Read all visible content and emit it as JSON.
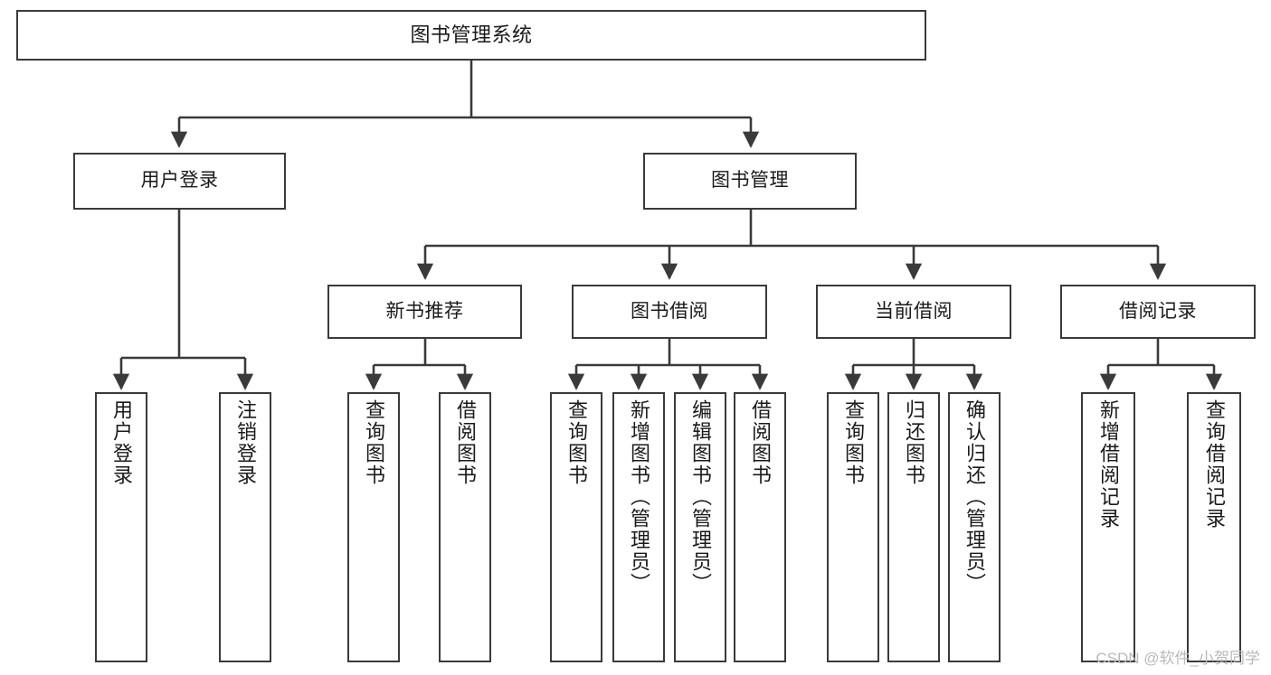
{
  "diagram": {
    "title": "图书管理系统",
    "type": "hierarchy-tree",
    "watermark": "CSDN @软件_小贺同学",
    "colors": {
      "box_border": "#3a3a3a",
      "box_fill": "#ffffff",
      "connector": "#3a3a3a",
      "text": "#1a1a1a",
      "watermark": "#b9b9b9"
    },
    "nodes": {
      "root": {
        "label": "图书管理系统"
      },
      "level2": [
        {
          "id": "user-login",
          "label": "用户登录"
        },
        {
          "id": "book-manage",
          "label": "图书管理"
        }
      ],
      "level3": [
        {
          "id": "new-book-recommend",
          "label": "新书推荐"
        },
        {
          "id": "book-borrow",
          "label": "图书借阅"
        },
        {
          "id": "current-borrow",
          "label": "当前借阅"
        },
        {
          "id": "borrow-record",
          "label": "借阅记录"
        }
      ],
      "leaves": {
        "user_login": [
          {
            "id": "leaf-user-login",
            "label": "用户登录"
          },
          {
            "id": "leaf-logout-login",
            "label": "注销登录"
          }
        ],
        "new_book_recommend": [
          {
            "id": "leaf-query-book-1",
            "label": "查询图书"
          },
          {
            "id": "leaf-borrow-book-1",
            "label": "借阅图书"
          }
        ],
        "book_borrow": [
          {
            "id": "leaf-query-book-2",
            "label": "查询图书"
          },
          {
            "id": "leaf-add-book",
            "label": "新增图书（管理员）"
          },
          {
            "id": "leaf-edit-book",
            "label": "编辑图书（管理员）"
          },
          {
            "id": "leaf-borrow-book-2",
            "label": "借阅图书"
          }
        ],
        "current_borrow": [
          {
            "id": "leaf-query-book-3",
            "label": "查询图书"
          },
          {
            "id": "leaf-return-book",
            "label": "归还图书"
          },
          {
            "id": "leaf-confirm-return",
            "label": "确认归还（管理员）"
          }
        ],
        "borrow_record": [
          {
            "id": "leaf-add-record",
            "label": "新增借阅记录"
          },
          {
            "id": "leaf-query-record",
            "label": "查询借阅记录"
          }
        ]
      }
    }
  }
}
